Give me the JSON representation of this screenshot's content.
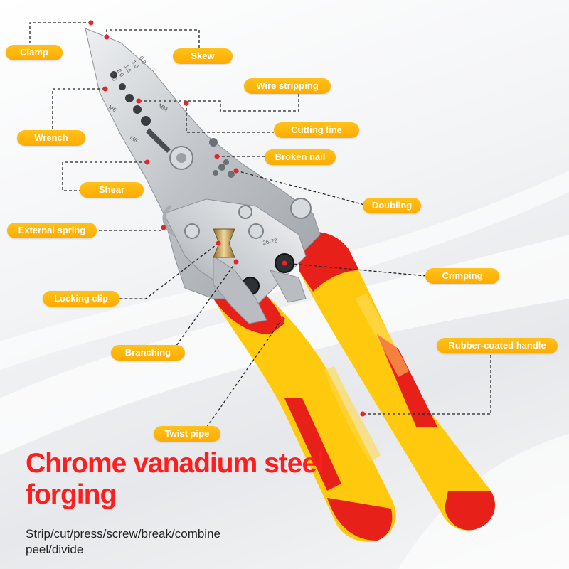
{
  "labels": {
    "clamp": "Clamp",
    "skew": "Skew",
    "wire_stripping": "Wire stripping",
    "wrench": "Wrench",
    "cutting_line": "Cutting line",
    "broken_nail": "Broken nail",
    "shear": "Shear",
    "doubling": "Doubling",
    "external_spring": "External spring",
    "crimping": "Crimping",
    "locking_clip": "Locking clip",
    "rubber_coated_handle": "Rubber-coated handle",
    "branching": "Branching",
    "twist_pipe": "Twist pipe"
  },
  "engraving": {
    "sizes": [
      "0.8",
      "1.0",
      "1.6",
      "2.0",
      "2.6"
    ],
    "unit": "MM",
    "m6": "M6",
    "m8": "M8",
    "crimp_range": "26-22"
  },
  "headline": {
    "line1": "Chrome vanadium steel",
    "line2": "forging"
  },
  "subtext": {
    "line1": "Strip/cut/press/screw/break/combine",
    "line2": "peel/divide"
  },
  "colors": {
    "label_bg": "#ffb300",
    "headline": "#ff1e1e",
    "handle_red": "#e8201a",
    "handle_yellow": "#ffc90e",
    "steel": "#c9cccf",
    "marker_dot": "#e5242b"
  }
}
